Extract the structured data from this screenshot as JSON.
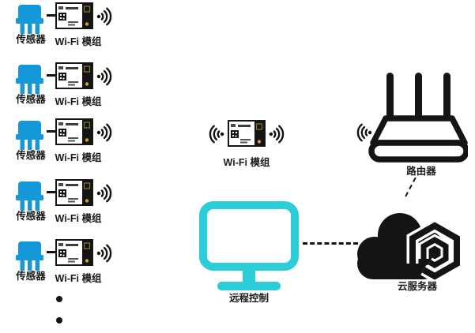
{
  "diagram": {
    "labels": {
      "sensor": "传感器",
      "wifi_module": "Wi-Fi 模组",
      "router": "路由器",
      "cloud_server": "云服务器",
      "remote_control": "远程控制"
    },
    "sensor_rows_count": 5,
    "ellipsis_dots": 2,
    "icons": {
      "sensor": "sensor-chip-icon",
      "wifi_module": "wifi-module-pcb-icon",
      "wifi_signal": "wifi-signal-icon",
      "router": "router-icon",
      "cloud": "cloud-server-icon",
      "monitor": "monitor-icon"
    },
    "colors": {
      "sensor_blue": "#1598d9",
      "monitor_cyan": "#2bcdd8",
      "icon_black": "#141414"
    }
  }
}
